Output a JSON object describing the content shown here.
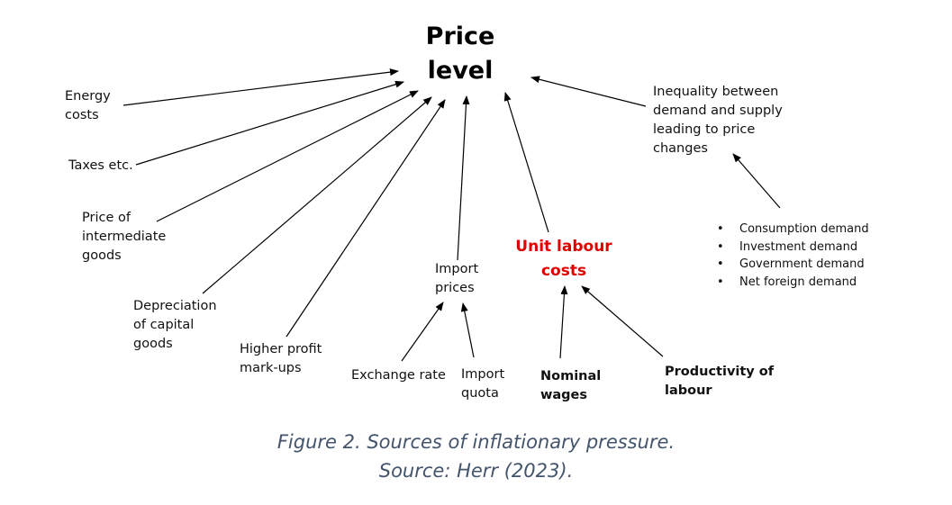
{
  "title": [
    "Price",
    "level"
  ],
  "nodes": {
    "energy_costs": [
      "Energy",
      "costs"
    ],
    "taxes": [
      "Taxes etc."
    ],
    "intermediate_goods": [
      "Price of",
      "intermediate",
      "goods"
    ],
    "depreciation": [
      "Depreciation",
      "of capital",
      "goods"
    ],
    "profit_markups": [
      "Higher profit",
      "mark-ups"
    ],
    "import_prices": [
      "Import",
      "prices"
    ],
    "exchange_rate": [
      "Exchange rate"
    ],
    "import_quota": [
      "Import",
      "quota"
    ],
    "unit_labour_costs": [
      "Unit labour",
      "costs"
    ],
    "nominal_wages": [
      "Nominal",
      "wages"
    ],
    "productivity": [
      "Productivity of",
      "labour"
    ],
    "inequality": [
      "Inequality between",
      "demand and supply",
      "leading to price",
      "changes"
    ]
  },
  "demand_components": [
    "Consumption demand",
    "Investment demand",
    "Government demand",
    "Net foreign demand"
  ],
  "caption": {
    "line1": "Figure 2. Sources of inflationary pressure.",
    "line2": "Source: Herr (2023)."
  },
  "colors": {
    "highlight": "#e00000",
    "caption": "#44546a",
    "arrow": "#000000"
  }
}
